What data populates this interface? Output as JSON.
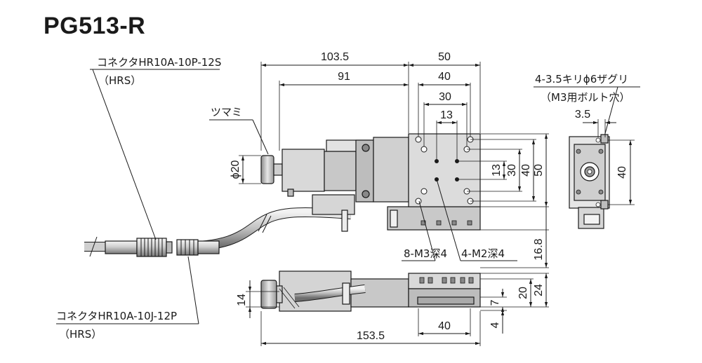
{
  "title": "PG513-R",
  "labels": {
    "connector_top": "コネクタHR10A-10P-12S",
    "connector_top_maker": "（HRS）",
    "knob": "ツマミ",
    "connector_bottom": "コネクタHR10A-10J-12P",
    "connector_bottom_maker": "（HRS）",
    "holes_side": "4-3.5キリϕ6ザグリ",
    "holes_side_bolt": "（M3用ボルト穴）",
    "tap_m3": "8-M3深4",
    "tap_m2": "4-M2深4"
  },
  "dims": {
    "d103_5": "103.5",
    "d91": "91",
    "d50_top": "50",
    "d40_top": "40",
    "d30_top": "30",
    "d13_top": "13",
    "d13_r": "13",
    "d30_r": "30",
    "d40_r": "40",
    "d50_r": "50",
    "d16_8": "16.8",
    "phi20": "ϕ20",
    "d3_5": "3.5",
    "d40_side": "40",
    "d14": "14",
    "d20": "20",
    "d24": "24",
    "d7": "7",
    "d4": "4",
    "d40_bottom": "40",
    "d153_5": "153.5"
  },
  "colors": {
    "line": "#1a1a1a",
    "body": "#d6d6d6",
    "body_dark": "#9a9a9a",
    "body_light": "#eeeeee"
  }
}
